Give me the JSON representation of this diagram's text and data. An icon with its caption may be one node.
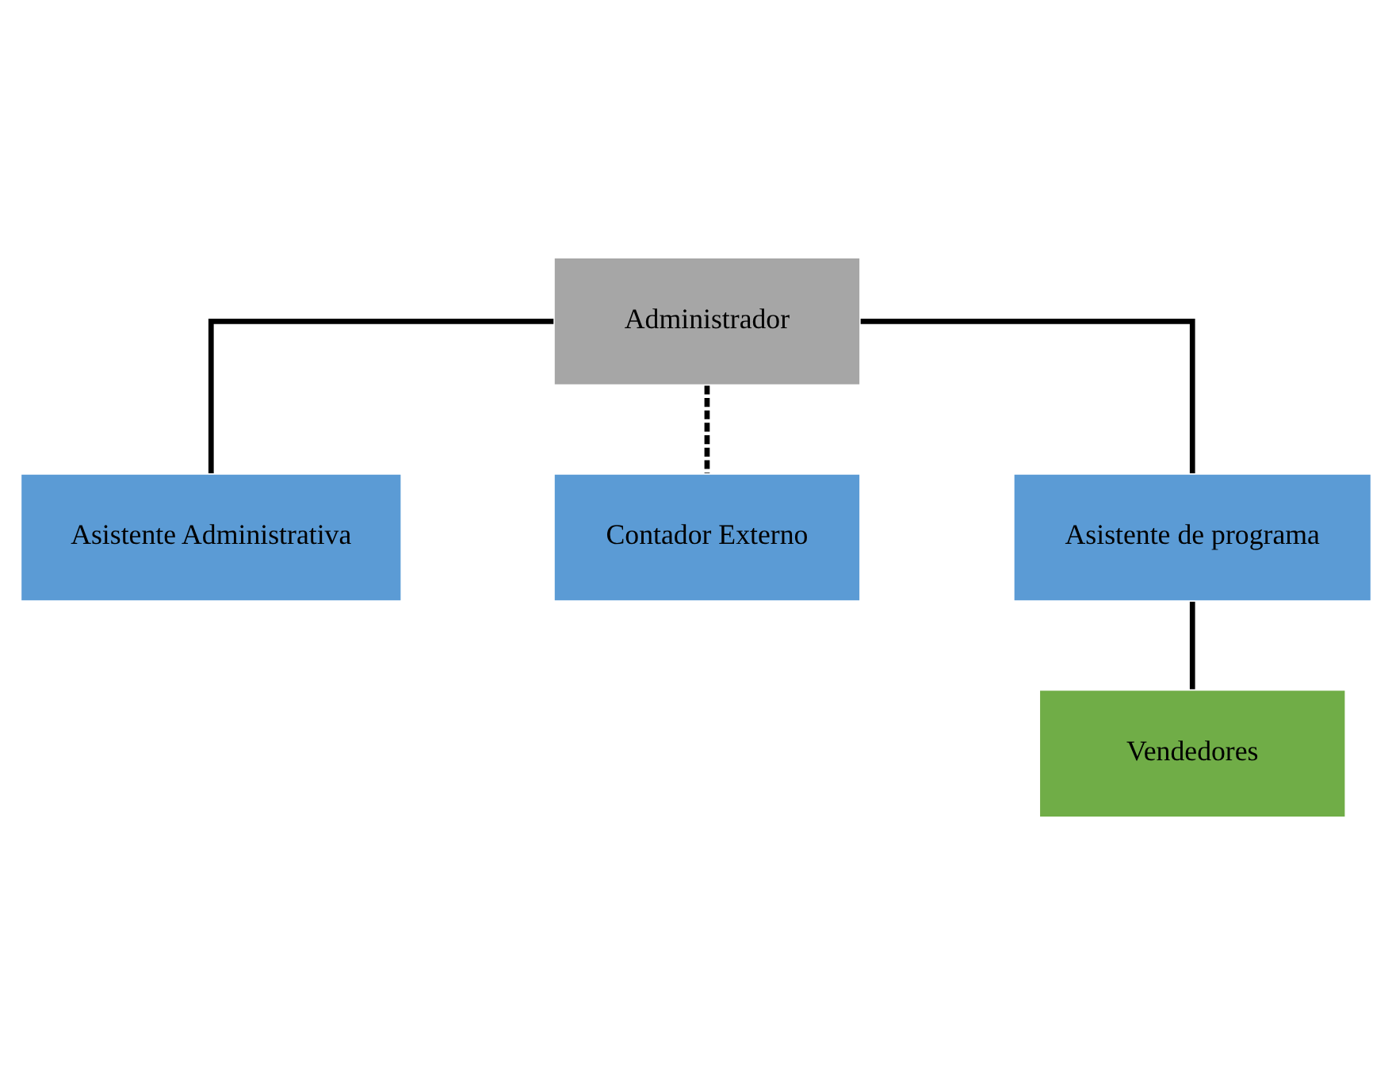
{
  "diagram": {
    "nodes": [
      {
        "text": [
          "Administrador"
        ]
      },
      {
        "text": [
          "Asistente Administrativa"
        ]
      },
      {
        "text": [
          "Contador Externo"
        ]
      },
      {
        "text": [
          "Asistente de programa"
        ]
      },
      {
        "text": [
          "Vendedores"
        ]
      }
    ],
    "edges": [
      {
        "from": 0,
        "to": 3,
        "arrow": "none"
      },
      {
        "from": 0,
        "to": 1,
        "arrow": "none"
      },
      {
        "from": 0,
        "to": 2,
        "arrow": "none",
        "style": "dashed"
      },
      {
        "from": 3,
        "to": 4,
        "arrow": "none"
      }
    ]
  }
}
